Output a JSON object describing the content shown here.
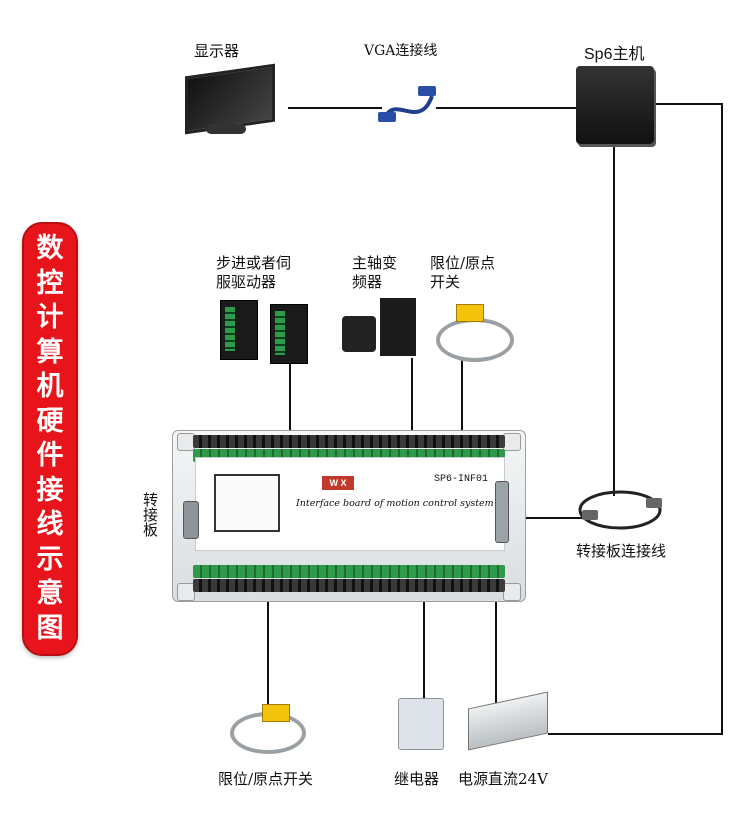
{
  "banner": {
    "title": "数控计算机硬件接线示意图"
  },
  "labels": {
    "monitor": "显示器",
    "vga_cable": "VGA连接线",
    "sp6_host": "Sp6主机",
    "stepper_driver_line1": "步进或者伺",
    "stepper_driver_line2": "服驱动器",
    "spindle_inverter_line1": "主轴变",
    "spindle_inverter_line2": "频器",
    "limit_switch_top_line1": "限位/原点",
    "limit_switch_top_line2": "开关",
    "adapter_board": "转接板",
    "adapter_cable": "转接板连接线",
    "limit_switch_bottom": "限位/原点开关",
    "relay": "继电器",
    "power_supply": "电源直流24V"
  },
  "board": {
    "model": "SP6-INF01",
    "description": "Interface board of motion control system",
    "brand": "W X"
  },
  "icons": {
    "monitor": "monitor-icon",
    "vga": "vga-cable-icon",
    "host": "host-box-icon",
    "driver": "stepper-driver-icon",
    "inverter": "spindle-inverter-icon",
    "sensor": "proximity-sensor-icon",
    "cable": "adapter-cable-icon",
    "relay": "relay-icon",
    "psu": "power-supply-icon"
  },
  "colors": {
    "banner": "#e8141c",
    "wire": "#111111",
    "terminal_green": "#2f9a4a",
    "sensor": "#f4c20d"
  }
}
